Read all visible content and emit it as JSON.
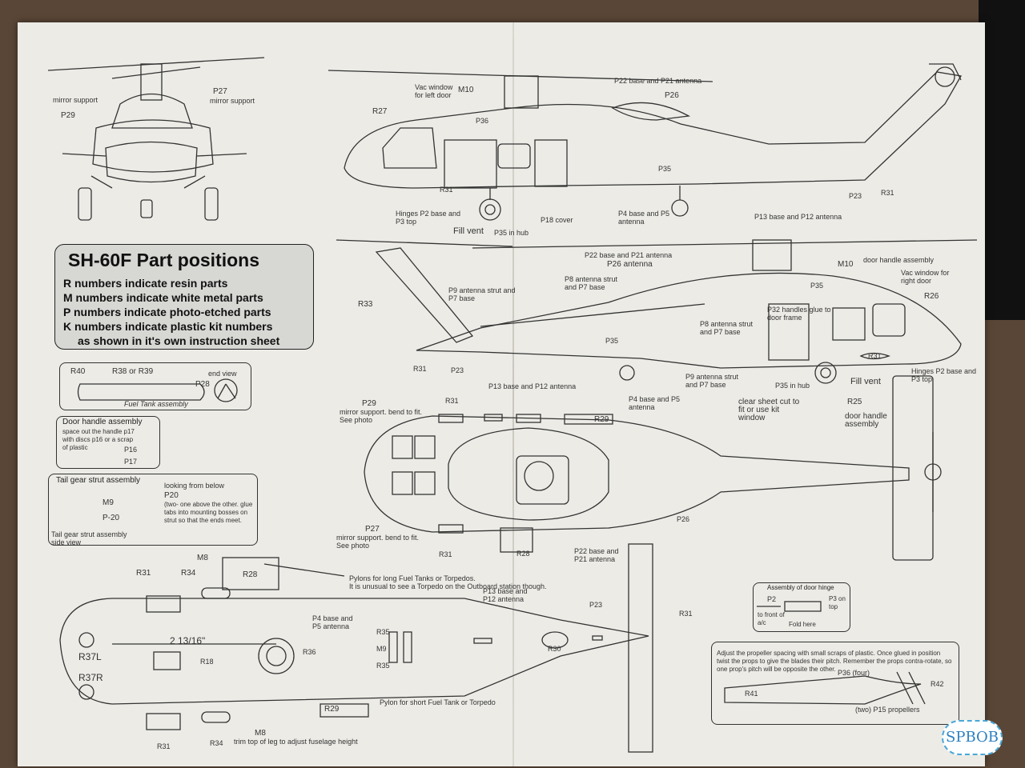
{
  "legend": {
    "title": "SH-60F Part positions",
    "lines": [
      "R numbers indicate resin parts",
      "M numbers indicate white metal parts",
      "P numbers indicate photo-etched parts",
      "K numbers indicate plastic kit numbers",
      "as shown in it's own instruction sheet"
    ]
  },
  "front_view": {
    "mirror_support_left": "mirror support",
    "p29": "P29",
    "p27": "P27",
    "mirror_support_right": "mirror support"
  },
  "side_view_left": {
    "vac_window": "Vac window for left door",
    "m10": "M10",
    "p22": "P22 base and P21 antenna",
    "p26": "P26",
    "r27": "R27",
    "p36": "P36",
    "p35": "P35",
    "r31": "R31",
    "hinges": "Hinges P2 base and P3 top",
    "fill_vent": "Fill vent",
    "p35_hub": "P35 in hub",
    "p18": "P18 cover",
    "p4": "P4 base and P5 antenna",
    "p13": "P13 base and P12 antenna",
    "p23": "P23",
    "r31b": "R31"
  },
  "side_view_right": {
    "p22": "P22 base and P21 antenna",
    "p26": "P26 antenna",
    "door_handle": "door handle assembly",
    "m10": "M10",
    "vac_window": "Vac window for right door",
    "p9_top": "P9 antenna strut and P7 base",
    "p8": "P8 antenna strut and P7 base",
    "p35": "P35",
    "r26": "R26",
    "p32": "P32 handles glue to door frame",
    "r33": "R33",
    "p35b": "P35",
    "r31": "R31",
    "p23": "P23",
    "r31b": "R31",
    "fill_vent": "Fill vent",
    "hinges": "Hinges P2 base and P3 top",
    "p35_hub": "P35 in hub",
    "p13": "P13 base and P12 antenna",
    "p9_bottom": "P9 antenna strut and P7 base",
    "p4": "P4 base and P5 antenna"
  },
  "fuel_tank": {
    "r40": "R40",
    "r38": "R38 or R39",
    "end_view": "end view",
    "p28": "P28",
    "title": "Fuel Tank assembly"
  },
  "door_handle_box": {
    "title": "Door handle assembly",
    "text": "space out the handle p17 with discs p16 or a scrap of plastic",
    "p16": "P16",
    "p17": "P17"
  },
  "tail_gear_box": {
    "title": "Tail gear strut assembly",
    "looking": "looking from below",
    "p20": "P20",
    "text": "(two- one above the other. glue tabs into mounting bosses on strut so that the ends meet.",
    "m9": "M9",
    "p20b": "P-20",
    "side": "Tail gear strut assembly side view"
  },
  "top_view": {
    "p29": "P29",
    "p29_text": "mirror support. bend to fit. See photo",
    "r31_top": "R31",
    "r29": "R29",
    "clear_sheet": "clear sheet cut to fit or use kit window",
    "r25": "R25",
    "door_handle": "door handle assembly",
    "p26": "P26",
    "p27": "P27",
    "p27_text": "mirror support. bend to fit. See photo",
    "r31_bottom": "R31",
    "r28": "R28",
    "p22": "P22 base and P21 antenna"
  },
  "bottom_view": {
    "m8_top": "M8",
    "r31_top": "R31",
    "r34_top": "R34",
    "r28": "R28",
    "pylons": "Pylons for long Fuel Tanks or Torpedos.",
    "pylons2": "It is unusual to see a Torpedo on the Outboard station though.",
    "p13": "P13 base and P12 antenna",
    "p23": "P23",
    "r31_right": "R31",
    "p4": "P4 base and P5 antenna",
    "r35_top": "R35",
    "m9": "M9",
    "r35_bottom": "R35",
    "dimension": "2 13/16\"",
    "r37l": "R37L",
    "r18": "R18",
    "r36": "R36",
    "r30": "R30",
    "r37r": "R37R",
    "r29": "R29",
    "pylon_short": "Pylon for short Fuel Tank or Torpedo",
    "r31_bottom": "R31",
    "r34_bottom": "R34",
    "m8_bottom": "M8",
    "trim": "trim top of leg to adjust fuselage height"
  },
  "door_hinge_box": {
    "title": "Assembly of door hinge",
    "p2": "P2",
    "p3": "P3 on top",
    "front": "to front of a/c",
    "fold": "Fold here"
  },
  "propeller_box": {
    "text": "Adjust the propeller spacing with small scraps of plastic. Once glued in position twist the props to give the blades their pitch. Remember the props contra-rotate, so one prop's pitch will be opposite the other.",
    "p36": "P36 (four)",
    "r41": "R41",
    "r42": "R42",
    "p15": "(two) P15 propellers"
  },
  "watermark": "SPBOB"
}
